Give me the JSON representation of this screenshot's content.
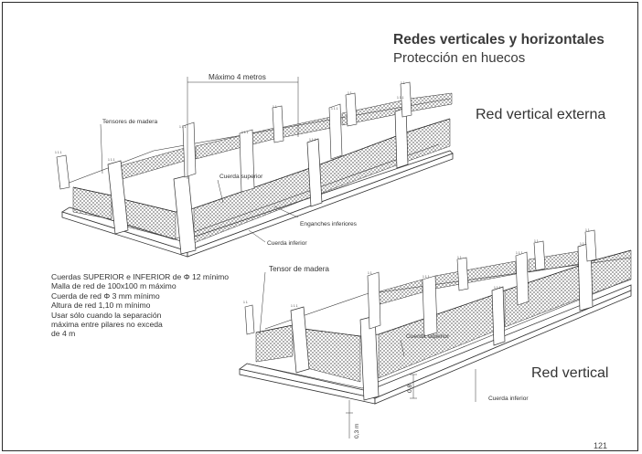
{
  "header": {
    "title": "Redes verticales y horizontales",
    "subtitle": "Protección en huecos"
  },
  "sections": {
    "external": "Red vertical externa",
    "vertical": "Red vertical"
  },
  "diagram_top": {
    "dimension": "Máximo 4 metros",
    "tensores": "Tensores de madera",
    "cuerda_superior": "Cuerda superior",
    "enganches": "Enganches inferiores",
    "cuerda_inferior": "Cuerda inferior"
  },
  "diagram_bottom": {
    "tensor": "Tensor de madera",
    "cuerda_superior": "Cuerda superior",
    "cuerda_inferior": "Cuerda inferior",
    "dim_height": "0,8",
    "dim_base": "0,3 m"
  },
  "notes": [
    "Cuerdas SUPERIOR e INFERIOR de Φ 12 mínimo",
    "Malla de red de 100x100 m máximo",
    "Cuerda de red Φ 3 mm mínimo",
    "Altura de red 1,10 m mínimo",
    "Usar sólo cuando la separación",
    "máxima entre pilares no exceda",
    "de 4 m"
  ],
  "page_number": "121",
  "colors": {
    "ink": "#333333",
    "concrete": "#ffffff",
    "mesh": "#555555"
  }
}
